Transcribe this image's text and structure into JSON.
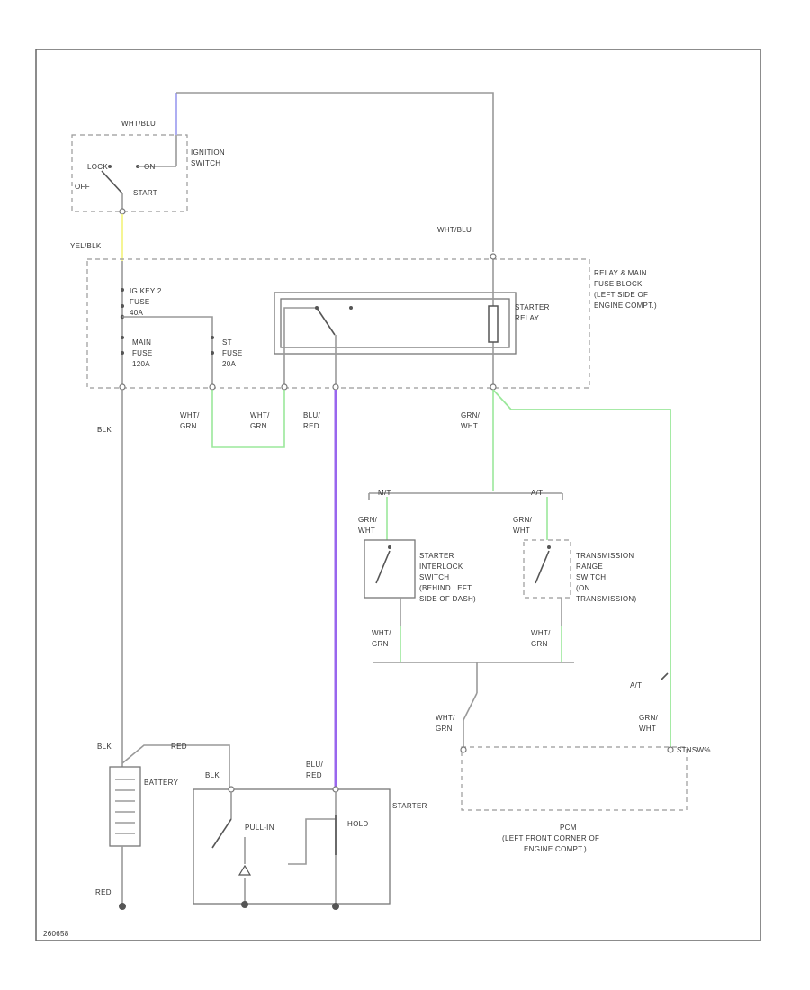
{
  "colors": {
    "wire": "#999999",
    "green": "#9be89b",
    "purple": "#9966ee",
    "yellow": "#f4f488",
    "blue": "#9999ee"
  },
  "labels": {
    "wht_blu_top": "WHT/BLU",
    "ignition_switch": [
      "IGNITION",
      "SWITCH"
    ],
    "lock": "LOCK",
    "on": "ON",
    "off": "OFF",
    "start": "START",
    "yel_blk": "YEL/BLK",
    "wht_blu_right": "WHT/BLU",
    "relay_block": [
      "RELAY & MAIN",
      "FUSE BLOCK",
      "(LEFT SIDE OF",
      "ENGINE COMPT.)"
    ],
    "ig_key_fuse": [
      "IG KEY 2",
      "FUSE",
      "40A"
    ],
    "main_fuse": [
      "MAIN",
      "FUSE",
      "120A"
    ],
    "st_fuse": [
      "ST",
      "FUSE",
      "20A"
    ],
    "starter_relay": [
      "STARTER",
      "RELAY"
    ],
    "blk_left": "BLK",
    "wht_grn_1": [
      "WHT/",
      "GRN"
    ],
    "wht_grn_2": [
      "WHT/",
      "GRN"
    ],
    "blu_red_top": [
      "BLU/",
      "RED"
    ],
    "grn_wht_relay": [
      "GRN/",
      "WHT"
    ],
    "mt": "M/T",
    "at_top": "A/T",
    "grn_wht_l": [
      "GRN/",
      "WHT"
    ],
    "grn_wht_r": [
      "GRN/",
      "WHT"
    ],
    "interlock": [
      "STARTER",
      "INTERLOCK",
      "SWITCH",
      "(BEHIND LEFT",
      "SIDE OF DASH)"
    ],
    "trans_range": [
      "TRANSMISSION",
      "RANGE",
      "SWITCH",
      "(ON",
      "TRANSMISSION)"
    ],
    "wht_grn_l": [
      "WHT/",
      "GRN"
    ],
    "wht_grn_r": [
      "WHT/",
      "GRN"
    ],
    "at_mid": "A/T",
    "wht_grn_pcm": [
      "WHT/",
      "GRN"
    ],
    "grn_wht_pcm": [
      "GRN/",
      "WHT"
    ],
    "stnsw": "STNSW%",
    "pcm": [
      "PCM",
      "(LEFT FRONT CORNER OF",
      "ENGINE COMPT.)"
    ],
    "blk_batt": "BLK",
    "red_batt": "RED",
    "battery": "BATTERY",
    "blk_starter": "BLK",
    "blu_red_bottom": [
      "BLU/",
      "RED"
    ],
    "starter": "STARTER",
    "pull_in": "PULL-IN",
    "hold": "HOLD",
    "red_bottom": "RED",
    "diagram_id": "260658"
  }
}
